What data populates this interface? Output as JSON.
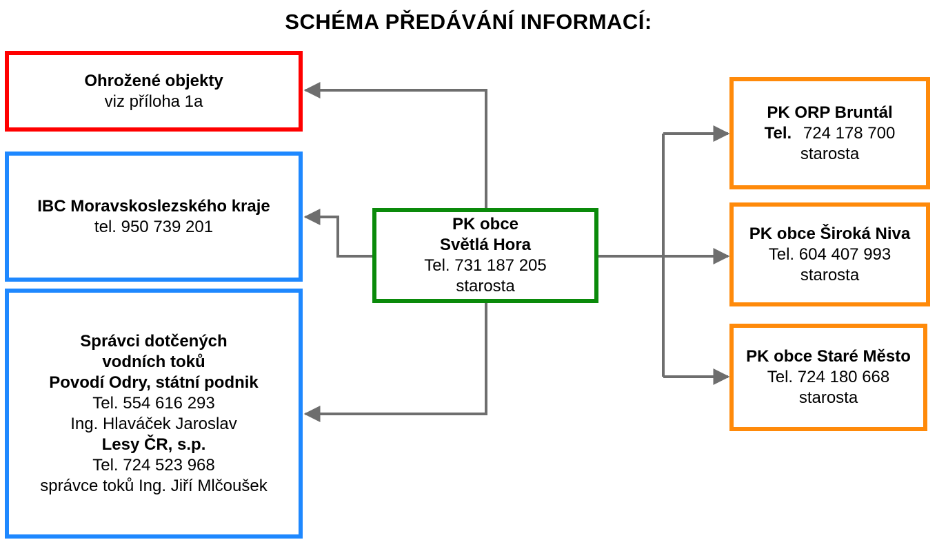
{
  "title": "SCHÉMA PŘEDÁVÁNÍ INFORMACÍ:",
  "center": {
    "line1": "PK obce",
    "line2": "Světlá Hora",
    "phone": "Tel. 731 187 205",
    "role": "starosta"
  },
  "threatened": {
    "title": "Ohrožené objekty",
    "note": "viz příloha 1a"
  },
  "ibc": {
    "title": "IBC Moravskoslezského kraje",
    "phone": "tel. 950 739 201"
  },
  "water": {
    "line1": "Správci dotčených",
    "line2": "vodních toků",
    "line3": "Povodí Odry, státní podnik",
    "phone1": "Tel. 554 616 293",
    "person1": "Ing. Hlaváček Jaroslav",
    "org2": "Lesy ČR, s.p.",
    "phone2": "Tel. 724 523 968",
    "person2": "správce toků Ing. Jiří Mlčoušek"
  },
  "bruntal": {
    "title": "PK ORP Bruntál",
    "tel_label": "Tel.",
    "tel_number": "724 178 700",
    "role": "starosta"
  },
  "siroka": {
    "title": "PK obce Široká Niva",
    "phone": "Tel. 604 407 993",
    "role": "starosta"
  },
  "stare": {
    "title": "PK obce Staré Město",
    "phone": "Tel. 724 180 668",
    "role": "starosta"
  },
  "colors": {
    "red": "#ff0000",
    "blue": "#1e88ff",
    "green": "#0a8a0a",
    "orange": "#ff8a0a",
    "connector": "#6e6e6e"
  }
}
